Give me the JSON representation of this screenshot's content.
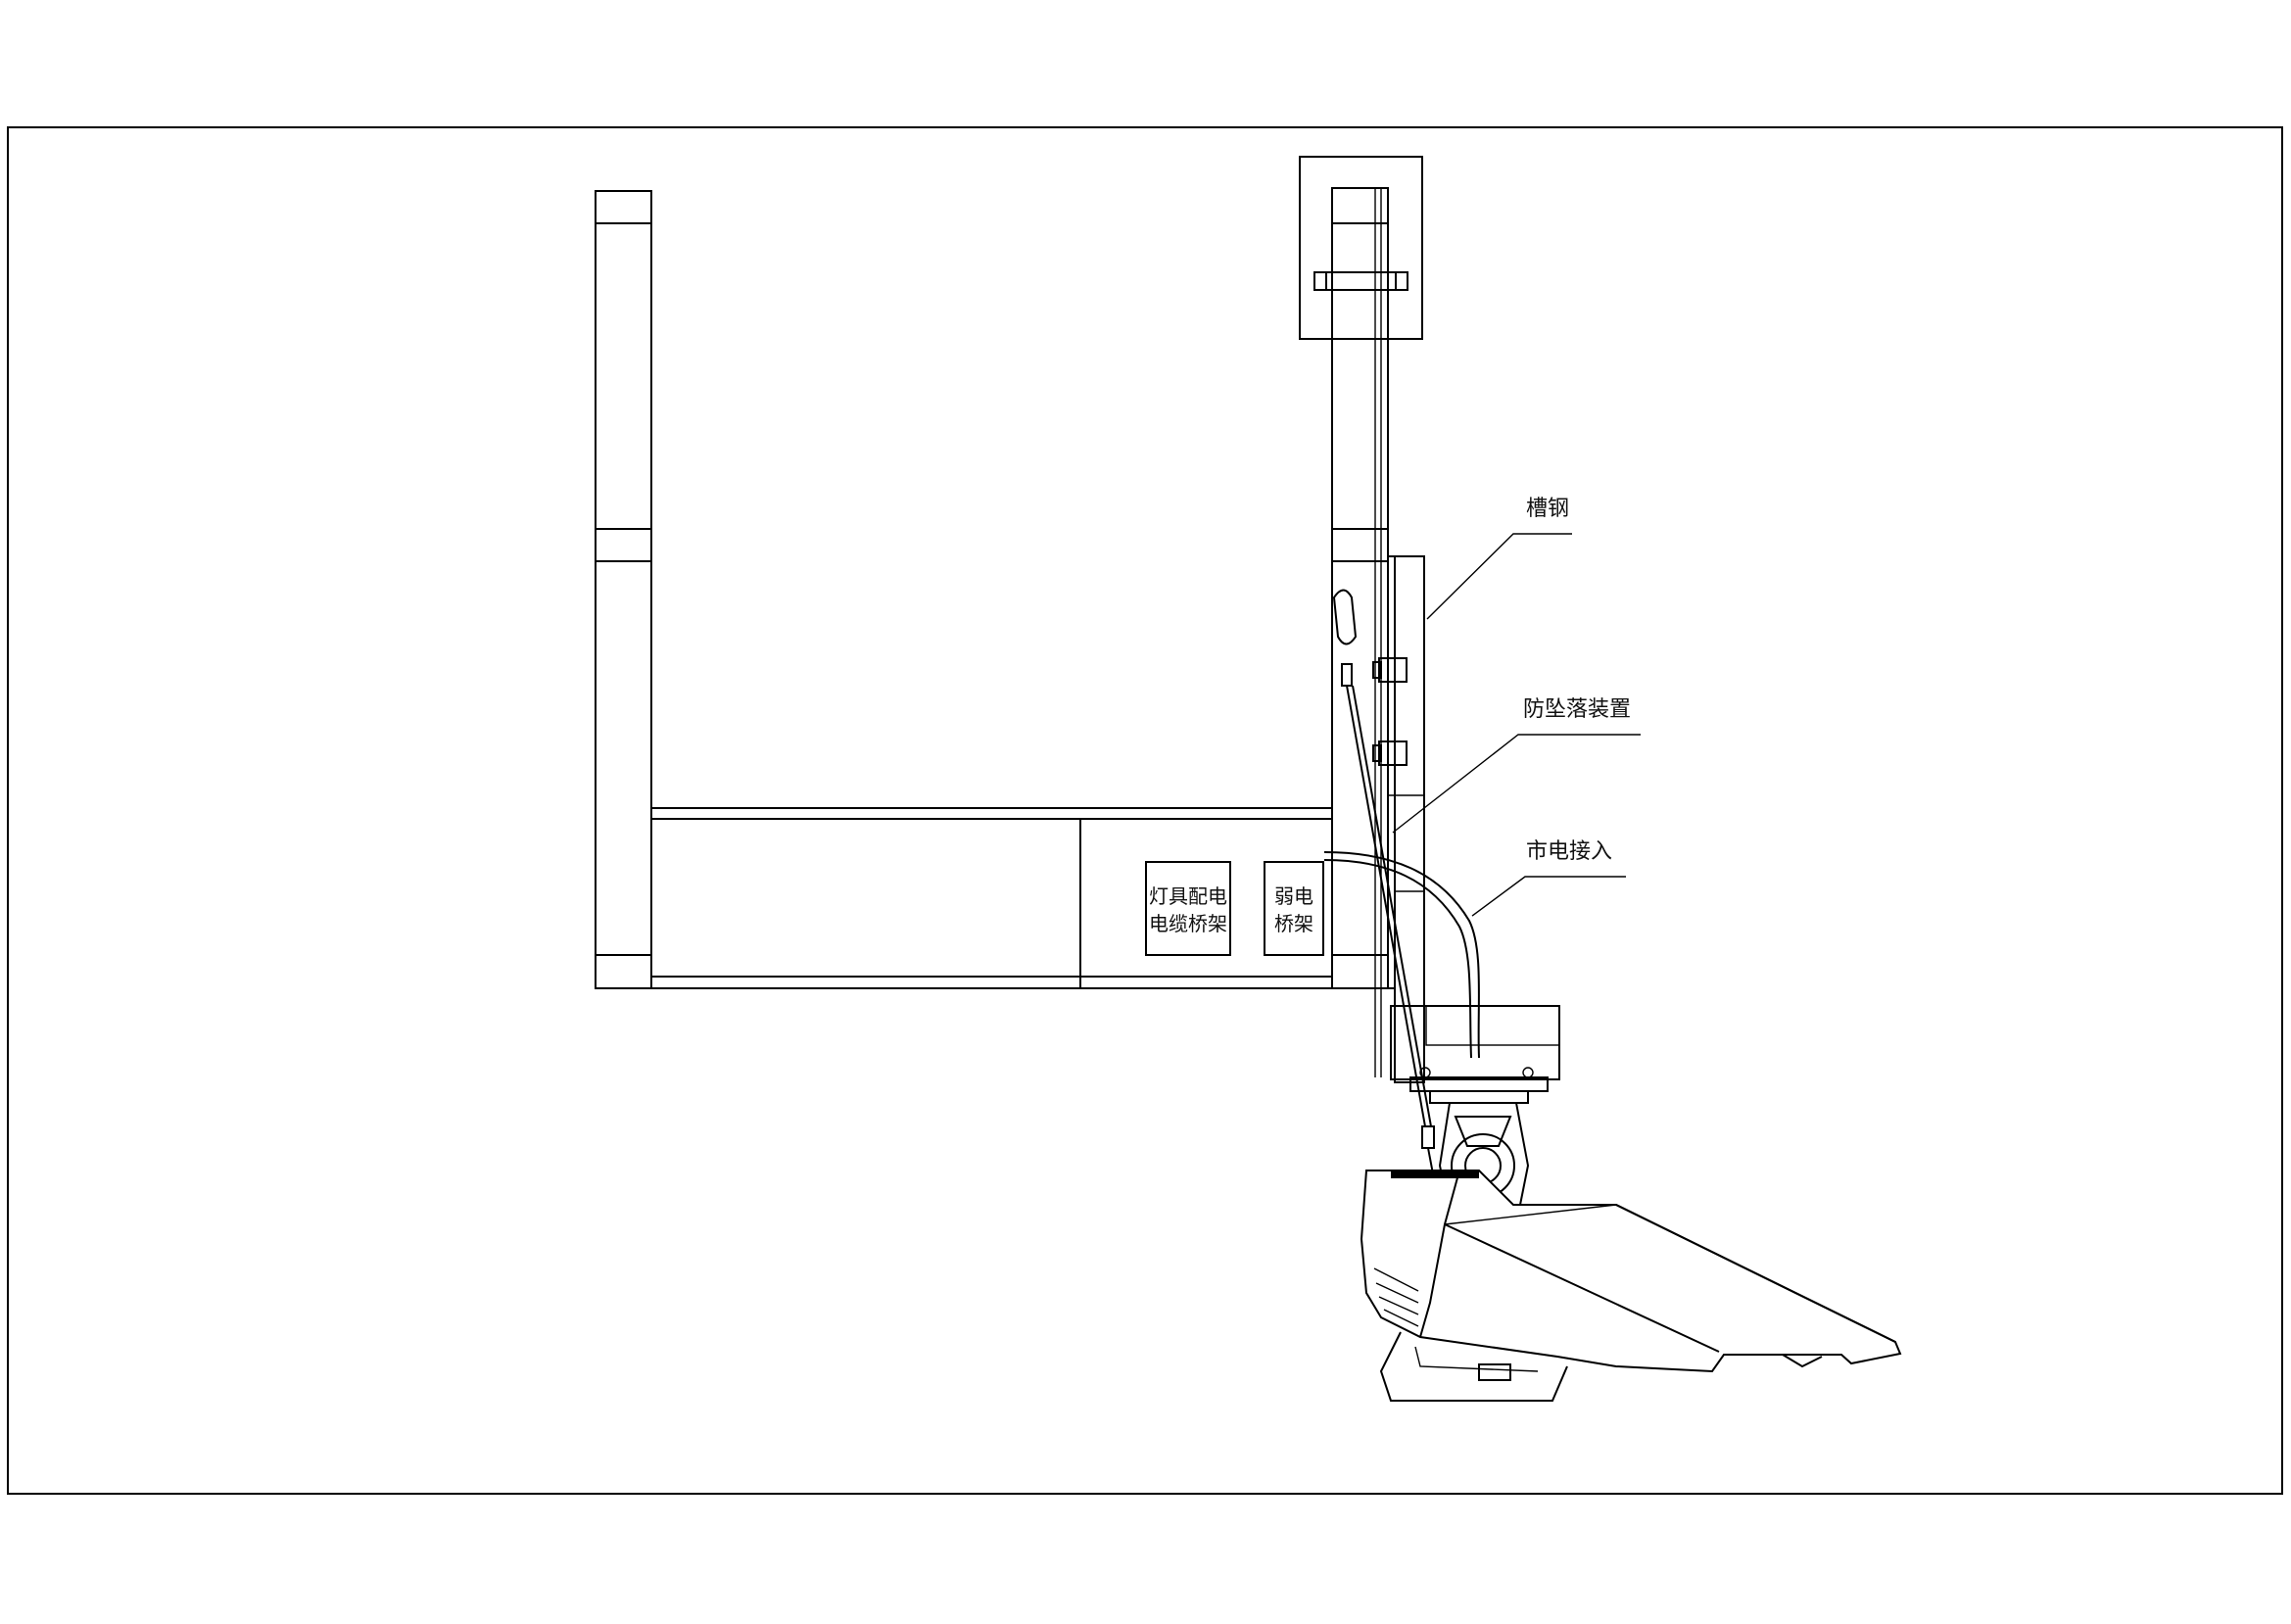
{
  "labels": {
    "channel_steel": "槽钢",
    "fall_arrest": "防坠落装置",
    "mains_power": "市电接入"
  },
  "trays": {
    "lighting_tray_line1": "灯具配电",
    "lighting_tray_line2": "电缆桥架",
    "weak_tray_line1": "弱电",
    "weak_tray_line2": "桥架"
  },
  "colors": {
    "line": "#000000",
    "background": "#ffffff"
  }
}
